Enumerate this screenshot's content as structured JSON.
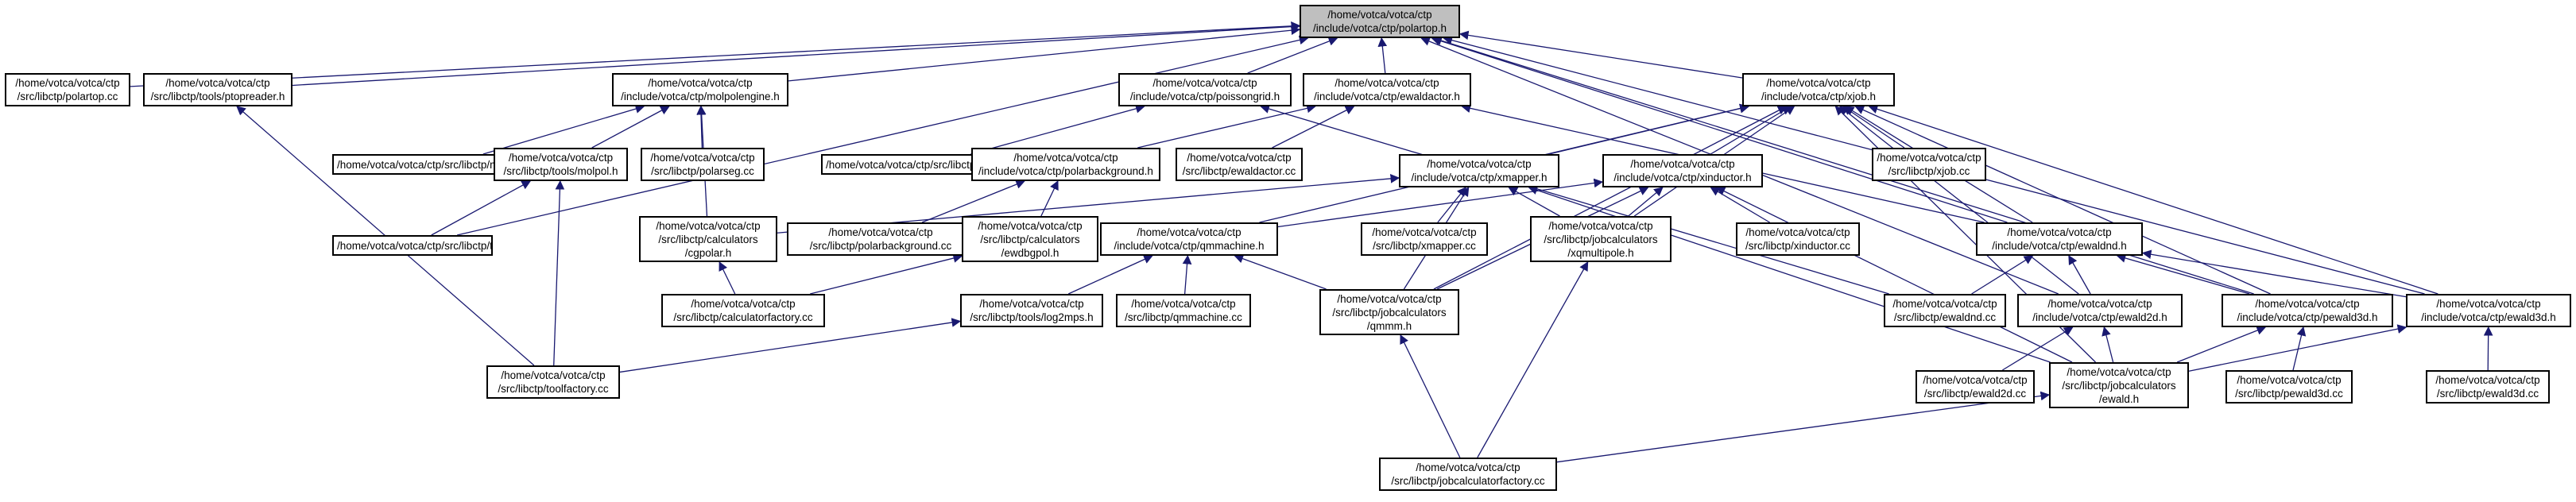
{
  "colors": {
    "edge": "#191970",
    "node_border": "#000000",
    "root_fill": "#bfbfbf",
    "node_fill": "#ffffff"
  },
  "nodes": {
    "polartop_h": {
      "lines": [
        "/home/votca/votca/ctp",
        "/include/votca/ctp/polartop.h"
      ]
    },
    "polartop_cc": {
      "lines": [
        "/home/votca/votca/ctp",
        "/src/libctp/polartop.cc"
      ]
    },
    "ptopreader_h": {
      "lines": [
        "/home/votca/votca/ctp",
        "/src/libctp/tools/ptopreader.h"
      ]
    },
    "molpolengine_h": {
      "lines": [
        "/home/votca/votca/ctp",
        "/include/votca/ctp/molpolengine.h"
      ]
    },
    "poissongrid_h": {
      "lines": [
        "/home/votca/votca/ctp",
        "/include/votca/ctp/poissongrid.h"
      ]
    },
    "ewaldactor_h": {
      "lines": [
        "/home/votca/votca/ctp",
        "/include/votca/ctp/ewaldactor.h"
      ]
    },
    "xjob_h": {
      "lines": [
        "/home/votca/votca/ctp",
        "/include/votca/ctp/xjob.h"
      ]
    },
    "molpolengine_cc": {
      "lines": [
        "/home/votca/votca/ctp/src/libctp/molpolengine.cc"
      ]
    },
    "molpol_h": {
      "lines": [
        "/home/votca/votca/ctp",
        "/src/libctp/tools/molpol.h"
      ]
    },
    "polarseg_cc": {
      "lines": [
        "/home/votca/votca/ctp",
        "/src/libctp/polarseg.cc"
      ]
    },
    "poissongrid_cc": {
      "lines": [
        "/home/votca/votca/ctp/src/libctp/poissongrid.cc"
      ]
    },
    "polarbackground_h": {
      "lines": [
        "/home/votca/votca/ctp",
        "/include/votca/ctp/polarbackground.h"
      ]
    },
    "ewaldactor_cc": {
      "lines": [
        "/home/votca/votca/ctp",
        "/src/libctp/ewaldactor.cc"
      ]
    },
    "xmapper_h": {
      "lines": [
        "/home/votca/votca/ctp",
        "/include/votca/ctp/xmapper.h"
      ]
    },
    "xinductor_h": {
      "lines": [
        "/home/votca/votca/ctp",
        "/include/votca/ctp/xinductor.h"
      ]
    },
    "xjob_cc": {
      "lines": [
        "/home/votca/votca/ctp",
        "/src/libctp/xjob.cc"
      ]
    },
    "molpol_cc": {
      "lines": [
        "/home/votca/votca/ctp/src/libctp/tools/molpol.cc"
      ]
    },
    "cgpolar_h": {
      "lines": [
        "/home/votca/votca/ctp",
        "/src/libctp/calculators",
        "/cgpolar.h"
      ]
    },
    "polarbackground_cc": {
      "lines": [
        "/home/votca/votca/ctp",
        "/src/libctp/polarbackground.cc"
      ]
    },
    "ewdbgpol_h": {
      "lines": [
        "/home/votca/votca/ctp",
        "/src/libctp/calculators",
        "/ewdbgpol.h"
      ]
    },
    "qmmachine_h": {
      "lines": [
        "/home/votca/votca/ctp",
        "/include/votca/ctp/qmmachine.h"
      ]
    },
    "xmapper_cc": {
      "lines": [
        "/home/votca/votca/ctp",
        "/src/libctp/xmapper.cc"
      ]
    },
    "xqmultipole_h": {
      "lines": [
        "/home/votca/votca/ctp",
        "/src/libctp/jobcalculators",
        "/xqmultipole.h"
      ]
    },
    "xinductor_cc": {
      "lines": [
        "/home/votca/votca/ctp",
        "/src/libctp/xinductor.cc"
      ]
    },
    "ewaldnd_h": {
      "lines": [
        "/home/votca/votca/ctp",
        "/include/votca/ctp/ewaldnd.h"
      ]
    },
    "calculatorfactory_cc": {
      "lines": [
        "/home/votca/votca/ctp",
        "/src/libctp/calculatorfactory.cc"
      ]
    },
    "log2mps_h": {
      "lines": [
        "/home/votca/votca/ctp",
        "/src/libctp/tools/log2mps.h"
      ]
    },
    "qmmachine_cc": {
      "lines": [
        "/home/votca/votca/ctp",
        "/src/libctp/qmmachine.cc"
      ]
    },
    "qmmm_h": {
      "lines": [
        "/home/votca/votca/ctp",
        "/src/libctp/jobcalculators",
        "/qmmm.h"
      ]
    },
    "ewaldnd_cc": {
      "lines": [
        "/home/votca/votca/ctp",
        "/src/libctp/ewaldnd.cc"
      ]
    },
    "ewald2d_h": {
      "lines": [
        "/home/votca/votca/ctp",
        "/include/votca/ctp/ewald2d.h"
      ]
    },
    "pewald3d_h": {
      "lines": [
        "/home/votca/votca/ctp",
        "/include/votca/ctp/pewald3d.h"
      ]
    },
    "ewald3d_h": {
      "lines": [
        "/home/votca/votca/ctp",
        "/include/votca/ctp/ewald3d.h"
      ]
    },
    "toolfactory_cc": {
      "lines": [
        "/home/votca/votca/ctp",
        "/src/libctp/toolfactory.cc"
      ]
    },
    "ewald2d_cc": {
      "lines": [
        "/home/votca/votca/ctp",
        "/src/libctp/ewald2d.cc"
      ]
    },
    "ewald_h": {
      "lines": [
        "/home/votca/votca/ctp",
        "/src/libctp/jobcalculators",
        "/ewald.h"
      ]
    },
    "pewald3d_cc": {
      "lines": [
        "/home/votca/votca/ctp",
        "/src/libctp/pewald3d.cc"
      ]
    },
    "ewald3d_cc": {
      "lines": [
        "/home/votca/votca/ctp",
        "/src/libctp/ewald3d.cc"
      ]
    },
    "jobcalculatorfactory_cc": {
      "lines": [
        "/home/votca/votca/ctp",
        "/src/libctp/jobcalculatorfactory.cc"
      ]
    }
  },
  "edges": [
    [
      "polartop_cc",
      "polartop_h"
    ],
    [
      "ptopreader_h",
      "polartop_h"
    ],
    [
      "molpolengine_h",
      "polartop_h"
    ],
    [
      "poissongrid_h",
      "polartop_h"
    ],
    [
      "ewaldactor_h",
      "polartop_h"
    ],
    [
      "xjob_h",
      "polartop_h"
    ],
    [
      "molpol_cc",
      "polartop_h"
    ],
    [
      "ewaldnd_h",
      "polartop_h"
    ],
    [
      "ewald2d_h",
      "polartop_h"
    ],
    [
      "pewald3d_h",
      "polartop_h"
    ],
    [
      "ewald3d_h",
      "polartop_h"
    ],
    [
      "toolfactory_cc",
      "ptopreader_h"
    ],
    [
      "molpolengine_cc",
      "molpolengine_h"
    ],
    [
      "molpol_h",
      "molpolengine_h"
    ],
    [
      "polarseg_cc",
      "molpolengine_h"
    ],
    [
      "cgpolar_h",
      "molpolengine_h"
    ],
    [
      "molpol_cc",
      "molpol_h"
    ],
    [
      "toolfactory_cc",
      "molpol_h"
    ],
    [
      "poissongrid_cc",
      "poissongrid_h"
    ],
    [
      "ewaldnd_cc",
      "poissongrid_h"
    ],
    [
      "polarbackground_h",
      "ewaldactor_h"
    ],
    [
      "ewaldactor_cc",
      "ewaldactor_h"
    ],
    [
      "ewaldnd_h",
      "ewaldactor_h"
    ],
    [
      "polarbackground_cc",
      "polarbackground_h"
    ],
    [
      "ewdbgpol_h",
      "polarbackground_h"
    ],
    [
      "calculatorfactory_cc",
      "ewdbgpol_h"
    ],
    [
      "calculatorfactory_cc",
      "cgpolar_h"
    ],
    [
      "xmapper_h",
      "xjob_h"
    ],
    [
      "xinductor_h",
      "xjob_h"
    ],
    [
      "xjob_cc",
      "xjob_h"
    ],
    [
      "qmmachine_h",
      "xjob_h"
    ],
    [
      "qmmm_h",
      "xjob_h"
    ],
    [
      "xqmultipole_h",
      "xjob_h"
    ],
    [
      "ewaldnd_h",
      "xjob_h"
    ],
    [
      "ewald2d_h",
      "xjob_h"
    ],
    [
      "pewald3d_h",
      "xjob_h"
    ],
    [
      "ewald3d_h",
      "xjob_h"
    ],
    [
      "ewald_h",
      "xjob_h"
    ],
    [
      "cgpolar_h",
      "xmapper_h"
    ],
    [
      "xmapper_cc",
      "xmapper_h"
    ],
    [
      "xqmultipole_h",
      "xmapper_h"
    ],
    [
      "qmmm_h",
      "xmapper_h"
    ],
    [
      "ewald_h",
      "xmapper_h"
    ],
    [
      "qmmachine_h",
      "xinductor_h"
    ],
    [
      "xinductor_cc",
      "xinductor_h"
    ],
    [
      "xqmultipole_h",
      "xinductor_h"
    ],
    [
      "qmmm_h",
      "xinductor_h"
    ],
    [
      "ewald_h",
      "xinductor_h"
    ],
    [
      "log2mps_h",
      "qmmachine_h"
    ],
    [
      "qmmachine_cc",
      "qmmachine_h"
    ],
    [
      "qmmm_h",
      "qmmachine_h"
    ],
    [
      "toolfactory_cc",
      "log2mps_h"
    ],
    [
      "jobcalculatorfactory_cc",
      "qmmm_h"
    ],
    [
      "jobcalculatorfactory_cc",
      "xqmultipole_h"
    ],
    [
      "ewaldnd_cc",
      "ewaldnd_h"
    ],
    [
      "ewald2d_h",
      "ewaldnd_h"
    ],
    [
      "pewald3d_h",
      "ewaldnd_h"
    ],
    [
      "ewald3d_h",
      "ewaldnd_h"
    ],
    [
      "ewald2d_cc",
      "ewald2d_h"
    ],
    [
      "ewald_h",
      "ewald2d_h"
    ],
    [
      "pewald3d_cc",
      "pewald3d_h"
    ],
    [
      "ewald_h",
      "pewald3d_h"
    ],
    [
      "ewald3d_cc",
      "ewald3d_h"
    ],
    [
      "ewald_h",
      "ewald3d_h"
    ],
    [
      "jobcalculatorfactory_cc",
      "ewald_h"
    ]
  ]
}
